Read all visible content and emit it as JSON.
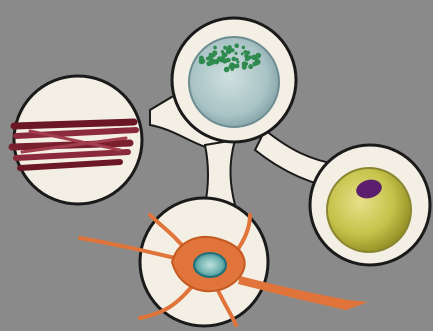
{
  "diagram": {
    "background_color": "#8a8a8a",
    "connector_color": "#f3efe4",
    "outline_color": "#1a1a1a",
    "nodes": [
      {
        "id": "stem-cell",
        "icon": "stem-cell-icon",
        "fill": "#a9c3c6",
        "nucleus": "#2f8a4f"
      },
      {
        "id": "muscle-cells",
        "icon": "muscle-fiber-icon",
        "fill": "#7a1f2e"
      },
      {
        "id": "fat-cell",
        "icon": "adipocyte-icon",
        "fill": "#c5c34a",
        "nucleus": "#5b1f6e"
      },
      {
        "id": "nerve-cell",
        "icon": "neuron-icon",
        "fill": "#e0743a",
        "nucleus": "#1f6f7a"
      }
    ]
  }
}
